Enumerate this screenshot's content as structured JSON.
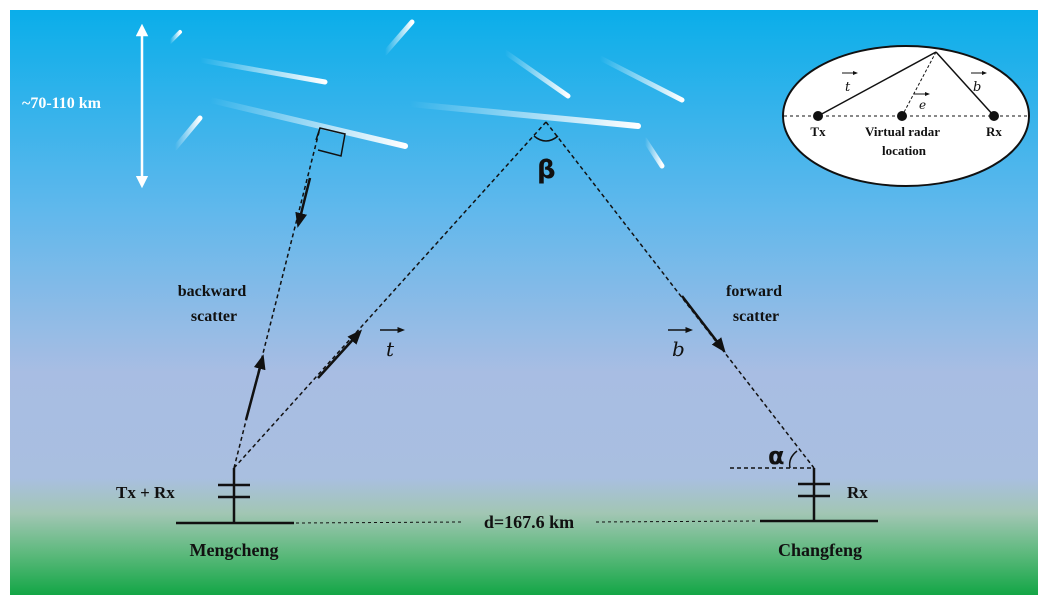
{
  "altitude_label": "~70-110 km",
  "scatter": {
    "backward": [
      "backward",
      "scatter"
    ],
    "forward": [
      "forward",
      "scatter"
    ]
  },
  "vectors": {
    "t": "t",
    "b": "b",
    "e": "e"
  },
  "angles": {
    "beta": "β",
    "alpha": "α"
  },
  "stations": {
    "left": {
      "name": "Mengcheng",
      "role": "Tx + Rx"
    },
    "right": {
      "name": "Changfeng",
      "role": "Rx"
    }
  },
  "distance_label": "d=167.6 km",
  "inset": {
    "tx": "Tx",
    "rx": "Rx",
    "virtual": [
      "Virtual radar",
      "location"
    ]
  },
  "colors": {
    "sky_top": "#0aaeea",
    "sky_mid": "#a8bde3",
    "ground": "#1aa64a"
  }
}
